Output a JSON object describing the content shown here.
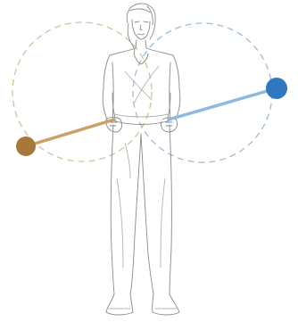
{
  "illustration": {
    "figure": "standing-person",
    "colors": {
      "background": "#ffffff",
      "sketch": "#8a8a8a",
      "sketch_light": "#b4b4b4",
      "left_ring": "#d8bf95",
      "left_rod": "#c9a06a",
      "left_ball": "#a8773a",
      "right_ring": "#9dbcd6",
      "right_rod": "#8fb8de",
      "right_ball": "#2f77bf"
    },
    "left_motion": {
      "path": "dashed-circle",
      "rod": "tan-line",
      "ball": "brown-dot"
    },
    "right_motion": {
      "path": "dashed-circle",
      "rod": "blue-line",
      "ball": "blue-dot"
    }
  }
}
